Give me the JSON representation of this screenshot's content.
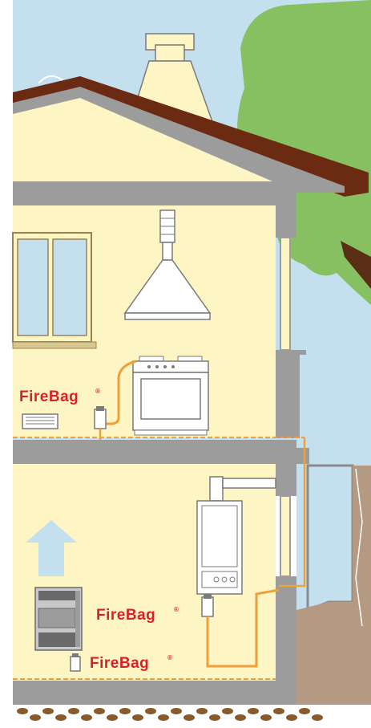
{
  "labels": {
    "kitchen_brand": "FireBag",
    "boiler_brand": "FireBag",
    "stove_brand": "FireBag",
    "trademark": "®"
  },
  "colors": {
    "sky": "#c4e0ef",
    "wall": "#fdf5c4",
    "concrete": "#9c9c9c",
    "roof": "#6b2a12",
    "tree": "#86c060",
    "gas_pipe": "#f0a038",
    "brand_red": "#d8202a",
    "earth": "#8a5a2c",
    "soil": "#b49a82"
  }
}
